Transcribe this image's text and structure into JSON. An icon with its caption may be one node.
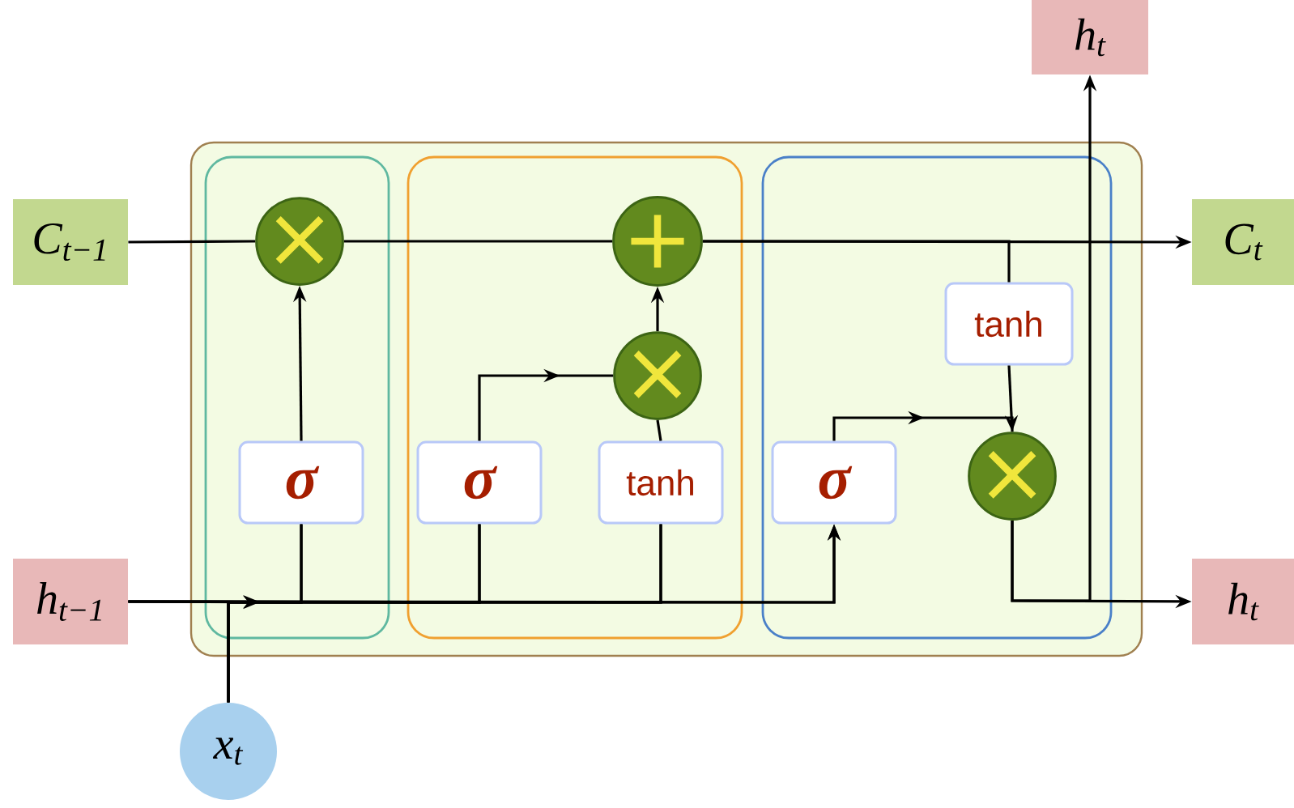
{
  "diagram": {
    "nodes": [
      {
        "text": [],
        "shape": "box"
      },
      {
        "text": [],
        "shape": "box",
        "in": 0
      },
      {
        "text": [],
        "shape": "box",
        "in": 0
      },
      {
        "text": [],
        "shape": "box",
        "in": 0
      },
      {
        "text": [
          "C$_{t−1}$"
        ]
      },
      {
        "text": [
          "h$_{t−1}$"
        ]
      },
      {
        "text": [
          "x$_{t}$"
        ]
      },
      {
        "text": [
          "×"
        ],
        "in": 1
      },
      {
        "text": [
          "σ"
        ],
        "in": 1
      },
      {
        "text": [
          "+"
        ],
        "in": 2
      },
      {
        "text": [
          "×"
        ],
        "in": 2
      },
      {
        "text": [
          "σ"
        ],
        "in": 2
      },
      {
        "text": [
          "tanh"
        ],
        "in": 2
      },
      {
        "text": [
          "σ"
        ],
        "in": 3
      },
      {
        "text": [
          "tanh"
        ],
        "in": 3
      },
      {
        "text": [
          "×"
        ],
        "in": 3
      },
      {
        "text": [
          "C$_{t}$"
        ]
      },
      {
        "text": [
          "h$_{t}$"
        ]
      },
      {
        "text": [
          "h$_{t}$"
        ]
      }
    ],
    "edges": [
      {
        "from": 4,
        "to": 7,
        "arrow": "none"
      },
      {
        "from": 7,
        "to": 9,
        "arrow": "none"
      },
      {
        "from": 9,
        "to": 16,
        "arrow": "to"
      },
      {
        "from": 8,
        "to": 7,
        "arrow": "to"
      },
      {
        "from": 11,
        "to": 10,
        "arrow": "to"
      },
      {
        "from": 12,
        "to": 10,
        "arrow": "none"
      },
      {
        "from": 10,
        "to": 9,
        "arrow": "to"
      },
      {
        "from": 5,
        "to": 8,
        "arrow": "none"
      },
      {
        "from": 5,
        "to": 11,
        "arrow": "none"
      },
      {
        "from": 5,
        "to": 12,
        "arrow": "none"
      },
      {
        "from": 5,
        "to": 13,
        "arrow": "to"
      },
      {
        "from": 6,
        "to": 8,
        "arrow": "none"
      },
      {
        "from": 6,
        "to": 11,
        "arrow": "none"
      },
      {
        "from": 6,
        "to": 12,
        "arrow": "none"
      },
      {
        "from": 6,
        "to": 13,
        "arrow": "to"
      },
      {
        "from": 9,
        "to": 14,
        "arrow": "none"
      },
      {
        "from": 14,
        "to": 15,
        "arrow": "to"
      },
      {
        "from": 13,
        "to": 15,
        "arrow": "to"
      },
      {
        "from": 15,
        "to": 18,
        "arrow": "to"
      },
      {
        "from": 15,
        "to": 17,
        "arrow": "to"
      }
    ]
  }
}
